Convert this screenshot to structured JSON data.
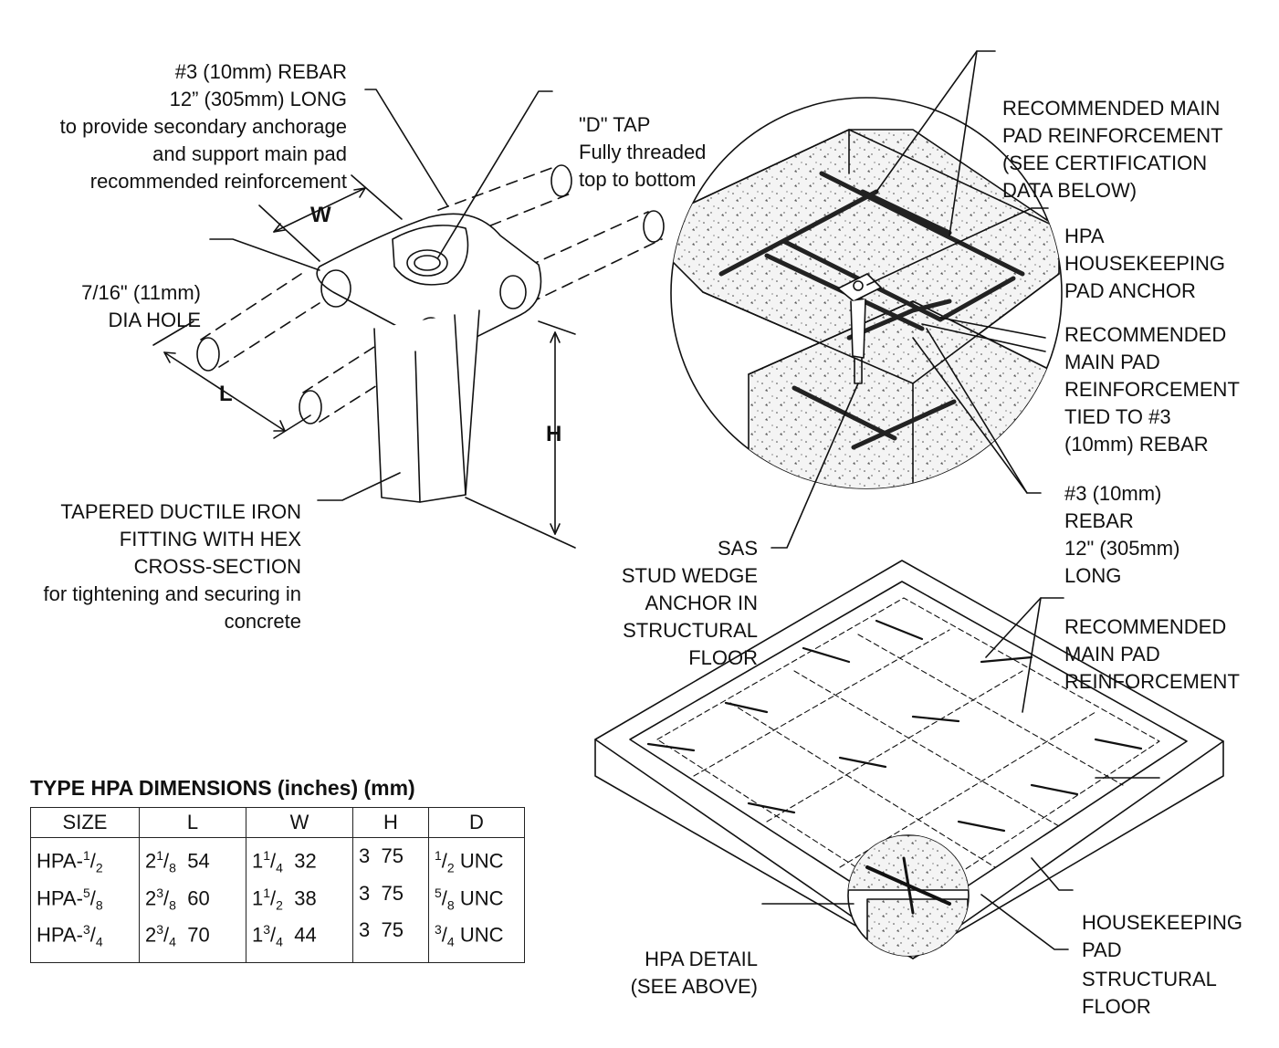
{
  "labels": {
    "rebar_top": [
      "#3 (10mm) REBAR",
      "12” (305mm) LONG",
      "to provide secondary anchorage",
      "and support main pad",
      "recommended reinforcement"
    ],
    "d_tap": [
      "\"D\" TAP",
      "Fully threaded",
      "top to bottom"
    ],
    "hole": [
      "7/16\" (11mm)",
      "DIA HOLE"
    ],
    "tapered": [
      "TAPERED DUCTILE IRON",
      "FITTING WITH HEX",
      "CROSS-SECTION",
      "for tightening and securing in",
      "concrete"
    ],
    "rec_main_1": [
      "RECOMMENDED MAIN",
      "PAD REINFORCEMENT",
      "(SEE CERTIFICATION",
      "DATA BELOW)"
    ],
    "hpa_anchor": [
      "HPA",
      "HOUSEKEEPING",
      "PAD ANCHOR"
    ],
    "rec_main_2": [
      "RECOMMENDED",
      "MAIN PAD",
      "REINFORCEMENT",
      "TIED TO #3",
      "(10mm) REBAR"
    ],
    "rebar_right": [
      "#3 (10mm)",
      "REBAR",
      "12\" (305mm)",
      "LONG"
    ],
    "sas": [
      "SAS",
      "STUD WEDGE",
      "ANCHOR IN",
      "STRUCTURAL",
      "FLOOR"
    ],
    "rec_main_3": [
      "RECOMMENDED",
      "MAIN PAD",
      "REINFORCEMENT"
    ],
    "housekeeping": [
      "HOUSEKEEPING",
      "PAD"
    ],
    "structural": [
      "STRUCTURAL",
      "FLOOR"
    ],
    "hpa_detail": [
      "HPA DETAIL",
      "(SEE ABOVE)"
    ]
  },
  "dimension_letters": {
    "w": "W",
    "l": "L",
    "h": "H"
  },
  "table": {
    "title": "TYPE HPA DIMENSIONS (inches) (mm)",
    "headers": [
      "SIZE",
      "L",
      "W",
      "H",
      "D"
    ],
    "rows": [
      {
        "size": "HPA-",
        "size_frac": [
          "1",
          "2"
        ],
        "l_whole": "2",
        "l_frac": [
          "1",
          "8"
        ],
        "l_mm": "54",
        "w_whole": "1",
        "w_frac": [
          "1",
          "4"
        ],
        "w_mm": "32",
        "h_in": "3",
        "h_mm": "75",
        "d_frac": [
          "1",
          "2"
        ],
        "d_thread": "UNC"
      },
      {
        "size": "HPA-",
        "size_frac": [
          "5",
          "8"
        ],
        "l_whole": "2",
        "l_frac": [
          "3",
          "8"
        ],
        "l_mm": "60",
        "w_whole": "1",
        "w_frac": [
          "1",
          "2"
        ],
        "w_mm": "38",
        "h_in": "3",
        "h_mm": "75",
        "d_frac": [
          "5",
          "8"
        ],
        "d_thread": "UNC"
      },
      {
        "size": "HPA-",
        "size_frac": [
          "3",
          "4"
        ],
        "l_whole": "2",
        "l_frac": [
          "3",
          "4"
        ],
        "l_mm": "70",
        "w_whole": "1",
        "w_frac": [
          "3",
          "4"
        ],
        "w_mm": "44",
        "h_in": "3",
        "h_mm": "75",
        "d_frac": [
          "3",
          "4"
        ],
        "d_thread": "UNC"
      }
    ]
  }
}
